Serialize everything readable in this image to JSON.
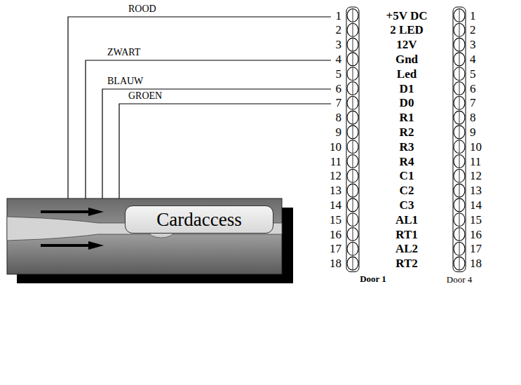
{
  "diagram": {
    "nodes": [
      {
        "text": [
          "Cardaccess"
        ]
      }
    ],
    "labels": [
      "ROOD",
      "ZWART",
      "BLAUW",
      "GROEN",
      "1",
      "+5V DC",
      "1",
      "2",
      "2 LED",
      "2",
      "3",
      "12V",
      "3",
      "4",
      "Gnd",
      "4",
      "5",
      "Led",
      "5",
      "6",
      "D1",
      "6",
      "7",
      "D0",
      "7",
      "8",
      "R1",
      "8",
      "9",
      "R2",
      "9",
      "10",
      "R3",
      "10",
      "11",
      "R4",
      "11",
      "12",
      "C1",
      "12",
      "13",
      "C2",
      "13",
      "14",
      "C3",
      "14",
      "15",
      "AL1",
      "15",
      "16",
      "RT1",
      "16",
      "17",
      "AL2",
      "17",
      "18",
      "RT2",
      "18",
      "Door 1",
      "Door 4"
    ]
  }
}
